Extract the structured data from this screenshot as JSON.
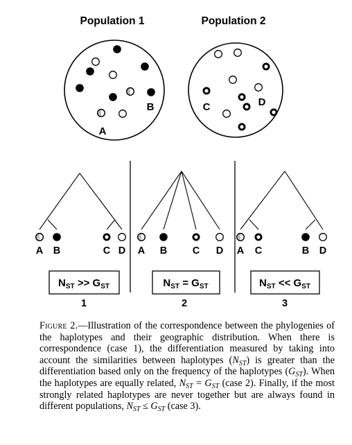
{
  "populations": [
    {
      "label": "Population 1",
      "haplotype_labels": [
        "A",
        "B"
      ],
      "markers": [
        {
          "type": "black"
        },
        {
          "type": "black"
        },
        {
          "type": "black"
        },
        {
          "type": "black"
        },
        {
          "type": "black"
        },
        {
          "type": "black"
        },
        {
          "type": "open"
        },
        {
          "type": "open"
        },
        {
          "type": "open"
        },
        {
          "type": "half"
        },
        {
          "type": "half"
        }
      ]
    },
    {
      "label": "Population 2",
      "haplotype_labels": [
        "C",
        "D"
      ],
      "markers": [
        {
          "type": "open"
        },
        {
          "type": "open"
        },
        {
          "type": "open"
        },
        {
          "type": "open"
        },
        {
          "type": "open"
        },
        {
          "type": "ring"
        },
        {
          "type": "ring"
        },
        {
          "type": "ring"
        },
        {
          "type": "ring"
        },
        {
          "type": "ring"
        },
        {
          "type": "ring"
        }
      ]
    }
  ],
  "cases": [
    {
      "number": "1",
      "relation_main": "N",
      "relation_sub1": "ST",
      "relation_op": " >> ",
      "relation_main2": "G",
      "relation_sub2": "ST",
      "tips": [
        {
          "label": "A",
          "type": "half"
        },
        {
          "label": "B",
          "type": "black"
        },
        {
          "label": "C",
          "type": "ring"
        },
        {
          "label": "D",
          "type": "open"
        }
      ]
    },
    {
      "number": "2",
      "relation_main": "N",
      "relation_sub1": "ST",
      "relation_op": " = ",
      "relation_main2": "G",
      "relation_sub2": "ST",
      "tips": [
        {
          "label": "A",
          "type": "half"
        },
        {
          "label": "B",
          "type": "black"
        },
        {
          "label": "C",
          "type": "ring"
        },
        {
          "label": "D",
          "type": "open"
        }
      ]
    },
    {
      "number": "3",
      "relation_main": "N",
      "relation_sub1": "ST",
      "relation_op": " << ",
      "relation_main2": "G",
      "relation_sub2": "ST",
      "tips": [
        {
          "label": "A",
          "type": "half"
        },
        {
          "label": "C",
          "type": "ring"
        },
        {
          "label": "B",
          "type": "black"
        },
        {
          "label": "D",
          "type": "open"
        }
      ]
    }
  ],
  "caption": {
    "label": "Figure 2.",
    "dash": "—",
    "t1": "Illustration of the correspondence between the phylogenies of the haplotypes and their geographic distribution. When there is correspondence (case 1), the differentiation measured by taking into account the similarities between haplotypes (",
    "n1": "N",
    "s1": "ST",
    "t2": ") is greater than the differentiation based only on the frequency of the haplotypes (",
    "g1": "G",
    "s2": "ST",
    "t3": "). When the haplotypes are equally related, ",
    "n2": "N",
    "s3": "ST",
    "t4": " = ",
    "g2": "G",
    "s4": "ST",
    "t5": " (case 2). Finally, if the most strongly related haplotypes are never together but are always found in different populations, ",
    "n3": "N",
    "s5": "ST",
    "t6": " ≤ ",
    "g3": "G",
    "s6": "ST",
    "t7": " (case 3)."
  },
  "colors": {
    "ink": "#000000",
    "half_fill": "#bcbcbc",
    "paper": "#ffffff"
  }
}
